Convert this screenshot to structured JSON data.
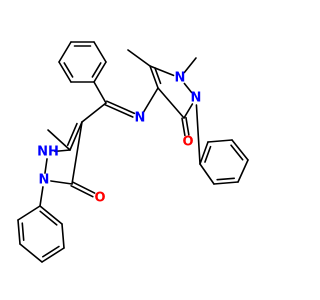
{
  "colors": {
    "bond": "#000000",
    "nitrogen": "#0000ff",
    "oxygen": "#ff0000",
    "background": "#ffffff"
  },
  "molecule": {
    "atom_labels": [
      {
        "id": "n-imine",
        "element": "N",
        "text": "N"
      },
      {
        "id": "n-pyrazolone-right-1",
        "element": "N",
        "text": "N"
      },
      {
        "id": "n-pyrazolone-right-2",
        "element": "N",
        "text": "N"
      },
      {
        "id": "o-carbonyl-right",
        "element": "O",
        "text": "O"
      },
      {
        "id": "nh-pyrazolone-left",
        "element": "N",
        "text": "NH"
      },
      {
        "id": "n-pyrazolone-left",
        "element": "N",
        "text": "N"
      },
      {
        "id": "o-carbonyl-left",
        "element": "O",
        "text": "O"
      }
    ]
  }
}
